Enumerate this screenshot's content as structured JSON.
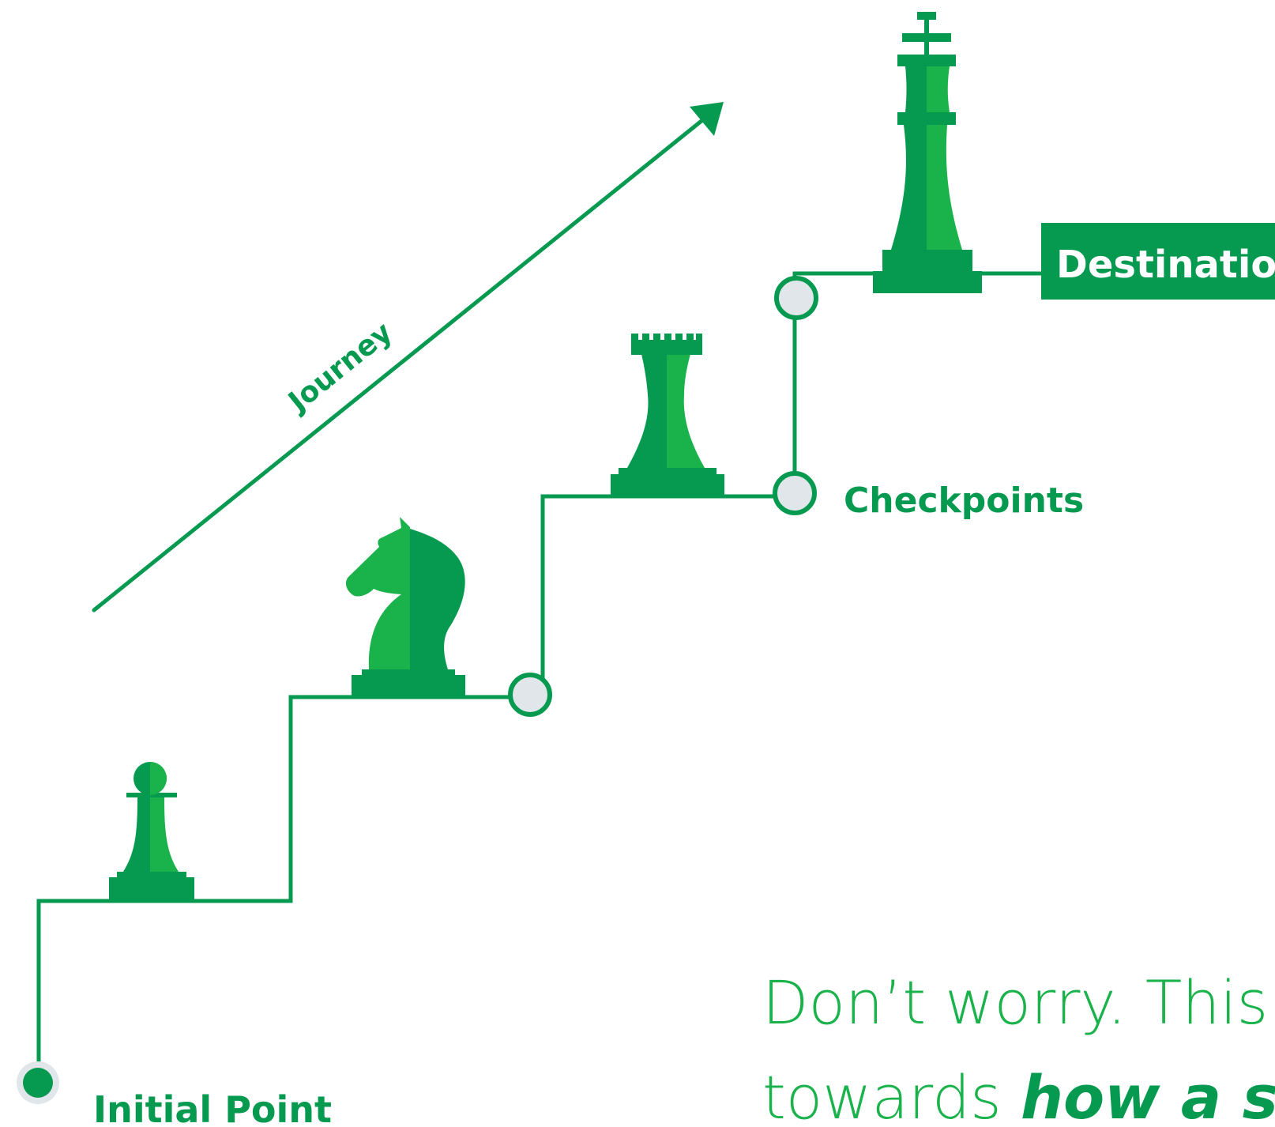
{
  "colors": {
    "primary": "#069a51",
    "light": "#1ab24a",
    "checkpoint_fill": "#e1e6ea",
    "background": "#ffffff"
  },
  "diagram": {
    "journey_label": "Journey",
    "initial_label": "Initial Point",
    "checkpoints_label": "Checkpoints",
    "destination_label": "Destination",
    "pieces": [
      "pawn-icon",
      "knight-icon",
      "rook-icon",
      "king-icon"
    ]
  },
  "headline": {
    "line1": "Don’t worry. This",
    "line2_plain": "towards ",
    "line2_emphasis": "how a su"
  }
}
